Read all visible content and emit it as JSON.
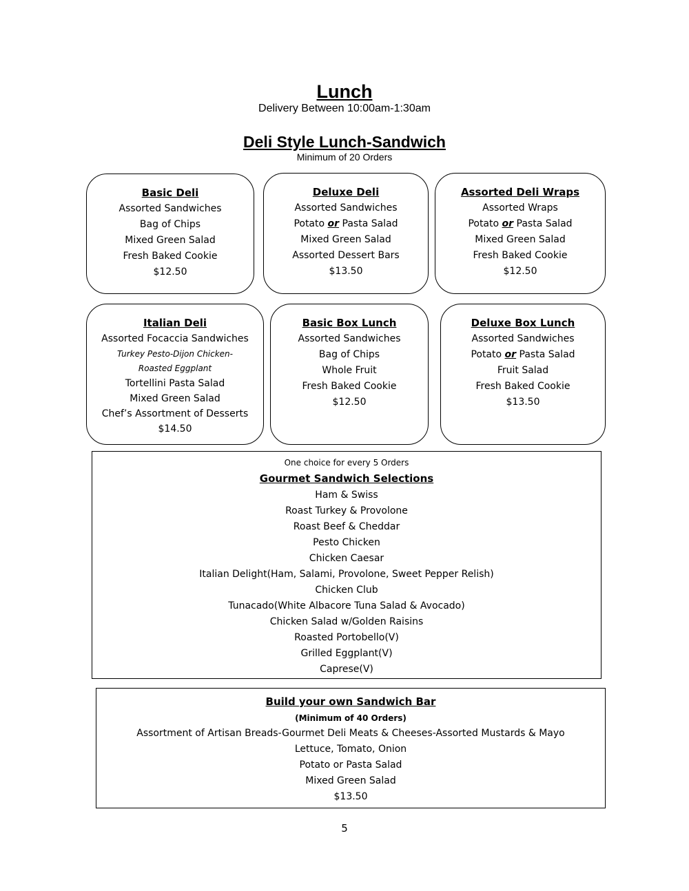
{
  "header": {
    "title": "Lunch",
    "delivery": "Delivery Between 10:00am-1:30am",
    "section_title": "Deli Style Lunch-Sandwich",
    "minimum": "Minimum of 20 Orders"
  },
  "cards": [
    {
      "title": "Basic Deli",
      "lines": [
        "Assorted Sandwiches",
        "Bag of Chips",
        "Mixed Green Salad",
        "Fresh Baked Cookie"
      ],
      "price": "$12.50"
    },
    {
      "title": "Deluxe Deli",
      "lines": [
        "Assorted Sandwiches",
        "Potato or Pasta Salad",
        "Mixed Green Salad",
        "Assorted Dessert Bars"
      ],
      "price": "$13.50"
    },
    {
      "title": "Assorted Deli Wraps",
      "lines": [
        "Assorted Wraps",
        "Potato or Pasta Salad",
        "Mixed Green Salad",
        "Fresh Baked Cookie"
      ],
      "price": "$12.50"
    },
    {
      "title": "Italian Deli",
      "lines": [
        "Assorted Focaccia Sandwiches",
        "Turkey Pesto-Dijon Chicken-",
        "Roasted Eggplant",
        "Tortellini Pasta Salad",
        "Mixed Green Salad",
        "Chef’s Assortment of Desserts"
      ],
      "price": "$14.50"
    },
    {
      "title": "Basic Box Lunch",
      "lines": [
        "Assorted Sandwiches",
        "Bag of Chips",
        "Whole Fruit",
        "Fresh Baked Cookie"
      ],
      "price": "$12.50"
    },
    {
      "title": "Deluxe Box Lunch",
      "lines": [
        "Assorted Sandwiches",
        "Potato or Pasta Salad",
        "Fruit Salad",
        "Fresh Baked Cookie"
      ],
      "price": "$13.50"
    }
  ],
  "or_parts": {
    "potato": "Potato ",
    "or": "or",
    "pasta": " Pasta Salad"
  },
  "gourmet": {
    "note": "One choice for every 5 Orders",
    "title": "Gourmet Sandwich Selections",
    "items": [
      "Ham & Swiss",
      "Roast Turkey & Provolone",
      "Roast Beef & Cheddar",
      "Pesto Chicken",
      "Chicken Caesar",
      "Italian Delight(Ham, Salami, Provolone, Sweet Pepper Relish)",
      "Chicken Club",
      "Tunacado(White Albacore Tuna Salad & Avocado)",
      "Chicken Salad w/Golden Raisins",
      "Roasted Portobello(V)",
      "Grilled Eggplant(V)",
      "Caprese(V)"
    ]
  },
  "build": {
    "title": "Build your own Sandwich Bar",
    "minimum": "(Minimum of 40 Orders)",
    "items": [
      "Assortment of Artisan Breads-Gourmet Deli Meats & Cheeses-Assorted Mustards & Mayo",
      "Lettuce, Tomato, Onion",
      "Potato or Pasta Salad",
      "Mixed Green Salad"
    ],
    "price": "$13.50"
  },
  "page_number": "5"
}
